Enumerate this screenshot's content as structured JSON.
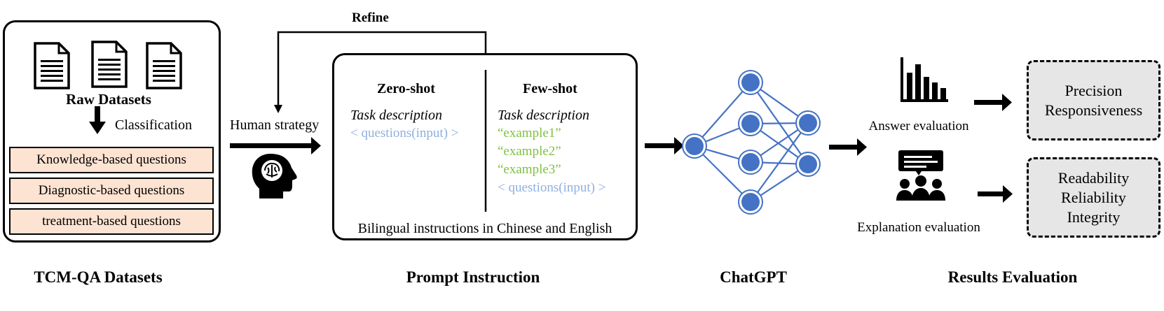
{
  "sections": {
    "datasets_title": "TCM-QA Datasets",
    "prompt_title": "Prompt Instruction",
    "chatgpt_title": "ChatGPT",
    "results_title": "Results Evaluation"
  },
  "datasets": {
    "raw_label": "Raw Datasets",
    "classification_label": "Classification",
    "categories": [
      "Knowledge-based questions",
      "Diagnostic-based questions",
      "treatment-based questions"
    ],
    "category_color": "#fde3d2"
  },
  "strategy": {
    "refine_label": "Refine",
    "human_label": "Human strategy"
  },
  "prompt": {
    "zero_shot": {
      "title": "Zero-shot",
      "task": "Task description",
      "input": "< questions(input) >"
    },
    "few_shot": {
      "title": "Few-shot",
      "task": "Task description",
      "examples": [
        "“example1”",
        "“example2”",
        "“example3”"
      ],
      "input": "< questions(input) >"
    },
    "footer": "Bilingual instructions in Chinese and English",
    "input_color": "#8fb0df",
    "example_color": "#7fc241"
  },
  "network": {
    "node_color": "#4472c4"
  },
  "evaluation": {
    "answer_label": "Answer evaluation",
    "explanation_label": "Explanation evaluation",
    "answer_metrics": [
      "Precision",
      "Responsiveness"
    ],
    "explanation_metrics": [
      "Readability",
      "Reliability",
      "Integrity"
    ]
  }
}
